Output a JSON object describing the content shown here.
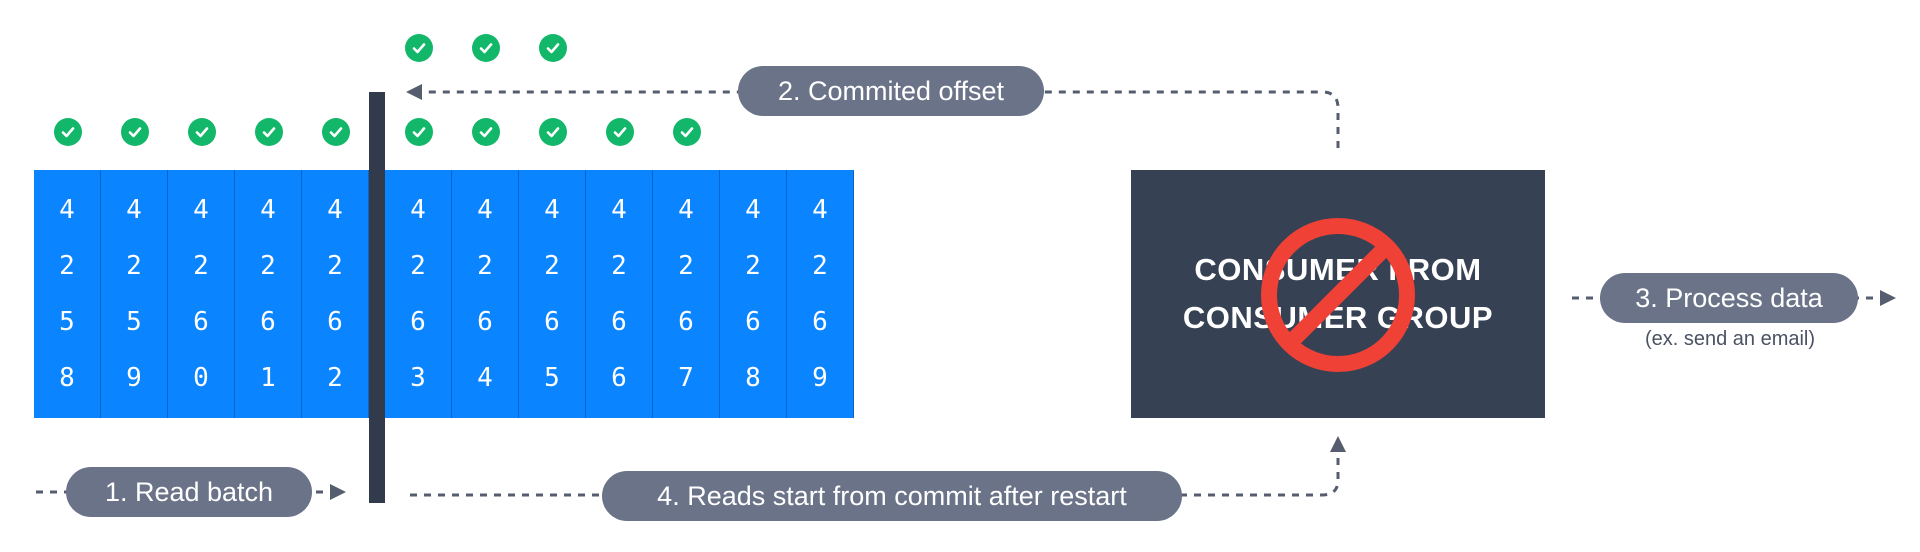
{
  "colors": {
    "log_cell": "#0a84ff",
    "check": "#12b76a",
    "pill": "#6b7388",
    "consumer_box": "#364154",
    "forbidden": "#ef4136",
    "connector": "#555d6e"
  },
  "log": {
    "offsets": [
      "4258",
      "4259",
      "4260",
      "4261",
      "4262",
      "4263",
      "4264",
      "4265",
      "4266",
      "4267",
      "4268",
      "4269"
    ]
  },
  "labels": {
    "read_batch": "1. Read batch",
    "committed_offset": "2. Commited offset",
    "process_data": "3. Process data",
    "process_caption": "(ex. send an email)",
    "restart_reads": "4. Reads start from commit after restart"
  },
  "consumer": {
    "line1": "CONSUMER FROM",
    "line2": "CONSUMER GROUP",
    "status_icon": "forbidden-icon"
  },
  "check_icon": "check-icon"
}
